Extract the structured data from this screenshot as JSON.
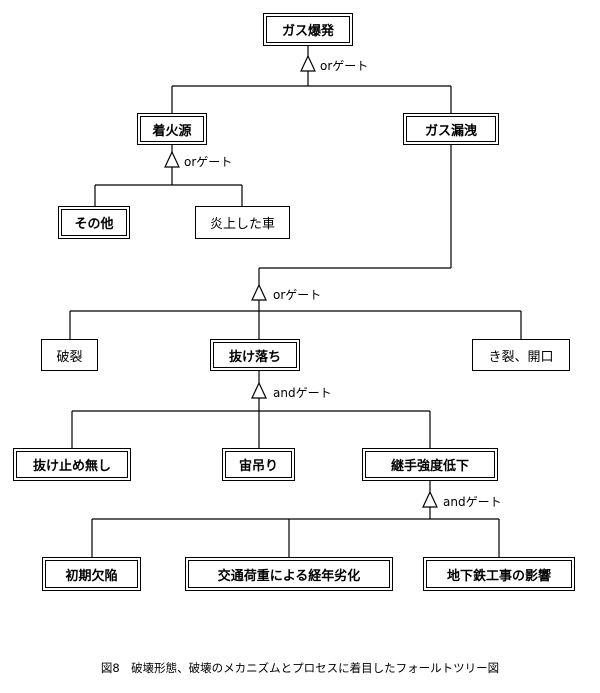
{
  "nodes": {
    "gas_explosion": "ガス爆発",
    "ignition_source": "着火源",
    "gas_leak": "ガス漏洩",
    "other": "その他",
    "burning_vehicle": "炎上した車",
    "rupture": "破裂",
    "pull_out": "抜け落ち",
    "crack_opening": "き裂、開口",
    "no_pullout_stop": "抜け止め無し",
    "suspension": "宙吊り",
    "joint_strength_decline": "継手強度低下",
    "initial_defect": "初期欠陥",
    "aging_traffic_load": "交通荷重による経年劣化",
    "subway_work_effect": "地下鉄工事の影響"
  },
  "gates": {
    "g1": "orゲート",
    "g2": "orゲート",
    "g3": "orゲート",
    "g4": "andゲート",
    "g5": "andゲート"
  },
  "caption": "図8　破壊形態、破壊のメカニズムとプロセスに着目したフォールトツリー図"
}
